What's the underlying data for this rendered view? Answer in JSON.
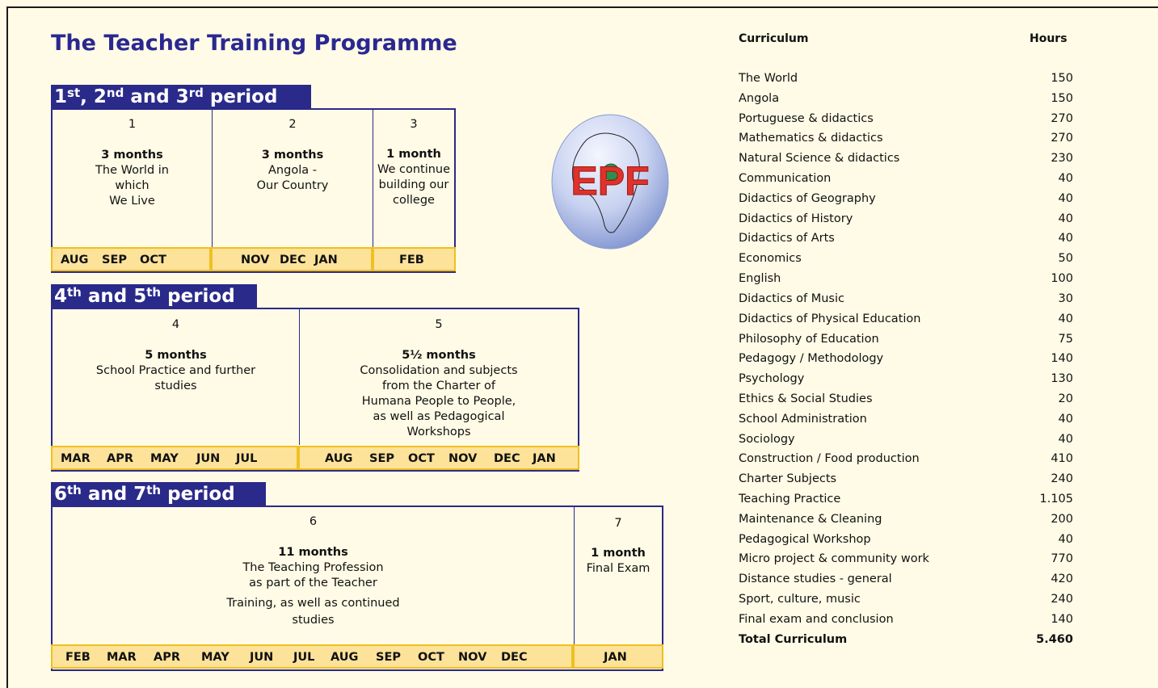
{
  "title": "The Teacher Training Programme",
  "logo_text": "EPF",
  "bands": {
    "b1": {
      "n1": "1",
      "s1": "st",
      "sep1": ", ",
      "n2": "2",
      "s2": "nd",
      "sep2": " and ",
      "n3": "3",
      "s3": "rd",
      "rest": " period"
    },
    "b2": {
      "n1": "4",
      "s1": "th",
      "mid": " and 5",
      "s2": "th",
      "rest": " period"
    },
    "b3": {
      "n1": "6",
      "s1": "th",
      "mid": " and 7",
      "s2": "th",
      "rest": " period"
    }
  },
  "periods": {
    "p1": {
      "num": "1",
      "duration": "3 months",
      "lines": [
        "The World in",
        "which",
        "We Live"
      ]
    },
    "p2": {
      "num": "2",
      "duration": "3 months",
      "lines": [
        "Angola -",
        "Our Country"
      ]
    },
    "p3": {
      "num": "3",
      "duration": "1 month",
      "lines": [
        "We continue",
        "building our",
        "college"
      ]
    },
    "p4": {
      "num": "4",
      "duration": "5 months",
      "lines": [
        "School Practice and further",
        "studies"
      ]
    },
    "p5": {
      "num": "5",
      "duration": "5½ months",
      "lines": [
        "Consolidation and subjects",
        "from the Charter of",
        "Humana People to People,",
        "as well as Pedagogical",
        "Workshops"
      ]
    },
    "p6": {
      "num": "6",
      "duration": "11 months",
      "lines": [
        "The Teaching Profession",
        "as part of the Teacher",
        "Training, as well as continued",
        "studies"
      ]
    },
    "p7": {
      "num": "7",
      "duration": "1 month",
      "lines": [
        "Final Exam"
      ]
    }
  },
  "months": {
    "m1": [
      "AUG",
      "SEP",
      "OCT"
    ],
    "m2": [
      "NOV",
      "DEC",
      "JAN"
    ],
    "m3": [
      "FEB"
    ],
    "m4": [
      "MAR",
      "APR",
      "MAY",
      "JUN",
      "JUL"
    ],
    "m5": [
      "AUG",
      "SEP",
      "OCT",
      "NOV",
      "DEC",
      "JAN"
    ],
    "m6": [
      "FEB",
      "MAR",
      "APR",
      "MAY",
      "JUN",
      "JUL",
      "AUG",
      "SEP",
      "OCT",
      "NOV",
      "DEC"
    ],
    "m7": [
      "JAN"
    ]
  },
  "curriculum": {
    "header_name": "Curriculum",
    "header_hours": "Hours",
    "items": [
      {
        "name": "The World",
        "hours": "150"
      },
      {
        "name": "Angola",
        "hours": "150"
      },
      {
        "name": "Portuguese & didactics",
        "hours": "270"
      },
      {
        "name": "Mathematics & didactics",
        "hours": "270"
      },
      {
        "name": "Natural Science & didactics",
        "hours": "230"
      },
      {
        "name": "Communication",
        "hours": "40"
      },
      {
        "name": "Didactics of Geography",
        "hours": "40"
      },
      {
        "name": "Didactics of History",
        "hours": "40"
      },
      {
        "name": "Didactics of Arts",
        "hours": "40"
      },
      {
        "name": "Economics",
        "hours": "50"
      },
      {
        "name": "English",
        "hours": "100"
      },
      {
        "name": "Didactics of Music",
        "hours": "30"
      },
      {
        "name": "Didactics of Physical Education",
        "hours": "40"
      },
      {
        "name": "Philosophy of Education",
        "hours": "75"
      },
      {
        "name": "Pedagogy / Methodology",
        "hours": "140"
      },
      {
        "name": "Psychology",
        "hours": "130"
      },
      {
        "name": "Ethics & Social Studies",
        "hours": "20"
      },
      {
        "name": "School Administration",
        "hours": "40"
      },
      {
        "name": "Sociology",
        "hours": "40"
      },
      {
        "name": "Construction / Food production",
        "hours": "410"
      },
      {
        "name": "Charter Subjects",
        "hours": "240"
      },
      {
        "name": "Teaching Practice",
        "hours": "1.105"
      },
      {
        "name": "Maintenance & Cleaning",
        "hours": "200"
      },
      {
        "name": "Pedagogical Workshop",
        "hours": "40"
      },
      {
        "name": "Micro project & community work",
        "hours": "770"
      },
      {
        "name": "Distance studies - general",
        "hours": "420"
      },
      {
        "name": "Sport, culture, music",
        "hours": "240"
      },
      {
        "name": "Final exam and conclusion",
        "hours": "140"
      }
    ],
    "total_name": "Total Curriculum",
    "total_hours": "5.460"
  }
}
